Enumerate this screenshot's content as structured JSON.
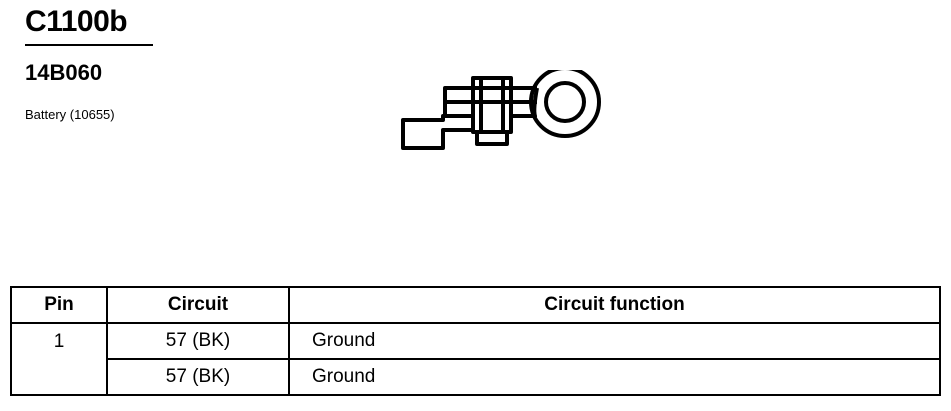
{
  "header": {
    "connector_id": "C1100b",
    "part_number": "14B060",
    "description": "Battery (10655)"
  },
  "table": {
    "columns": [
      "Pin",
      "Circuit",
      "Circuit function"
    ],
    "rows": [
      {
        "pin": "1",
        "circuit": "57 (BK)",
        "function": "Ground"
      },
      {
        "pin": "",
        "circuit": "57 (BK)",
        "function": "Ground"
      }
    ]
  }
}
